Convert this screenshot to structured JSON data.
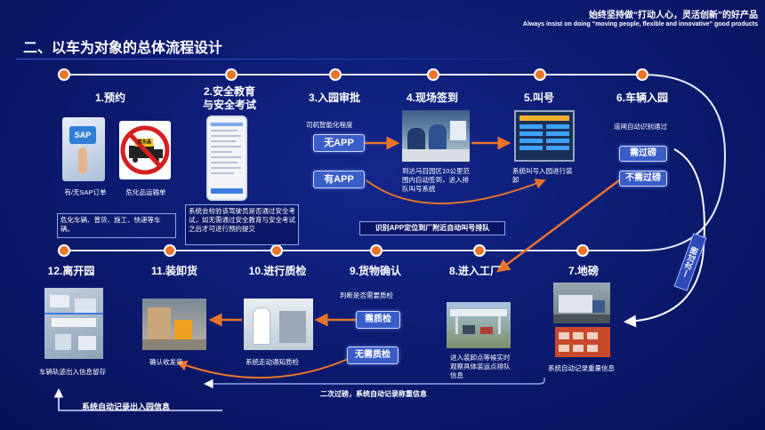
{
  "header": {
    "slogan_cn": "始终坚持做“打动人心，灵活创新”的好产品",
    "slogan_en": "Always insist on doing “moving people, flexible and innovative” good products",
    "title": "二、以车为对象的总体流程设计"
  },
  "steps": {
    "s1": "1.预约",
    "s2_line1": "2.安全教育",
    "s2_line2": "与安全考试",
    "s3": "3.入园审批",
    "s4": "4.现场签到",
    "s5": "5.叫号",
    "s6": "6.车辆入园",
    "s7": "7.地磅",
    "s8": "8.进入工厂",
    "s9": "9.货物确认",
    "s10": "10.进行质检",
    "s11": "11.装卸货",
    "s12": "12.离开园"
  },
  "captions": {
    "s1_sap": "有/无SAP订单",
    "s1_hazard": "危化品运输单",
    "sap_icon": "SAP",
    "hazard_sign": "危化品",
    "s1_box": "危化车辆、普货、施工、快递等车辆。",
    "s2_box": "系统会校验该驾驶员是否通过安全考试，如无需通过安全教育与安全考试之后才可进行预约提交",
    "s3_note": "司机智能化程度",
    "s4_note": "到达马目园区10公里范围内自动签到，进入排队叫号系统",
    "s5_note": "系统叫号入园进行装 卸",
    "s6_note": "道闸自动识别通过",
    "s7_note": "系统自动记录重量信息",
    "s8_note": "进入装卸点等候实时观察具体装运点排队信息",
    "s9_note": "判断是否需要质检",
    "s10_note": "系统走动通知质检",
    "s11_note": "确认收发货",
    "s12_note": "车辆轨迹出入信息留存"
  },
  "buttons": {
    "no_app": "无APP",
    "has_app": "有APP",
    "need_weigh": "需过磅",
    "no_weigh": "不需过磅",
    "need_qc": "需质检",
    "no_qc": "无需质检"
  },
  "banners": {
    "app_locate": "识别APP定位到厂附近自动叫号排队",
    "second_weigh": "二次过磅，系统自动记录称重信息",
    "auto_record": "系统自动记录出入园信息",
    "first_weigh": "一次过磅"
  },
  "colors": {
    "background": "#0c1a6e",
    "accent_orange": "#e8752a",
    "button_blue": "#3a5ec8"
  }
}
